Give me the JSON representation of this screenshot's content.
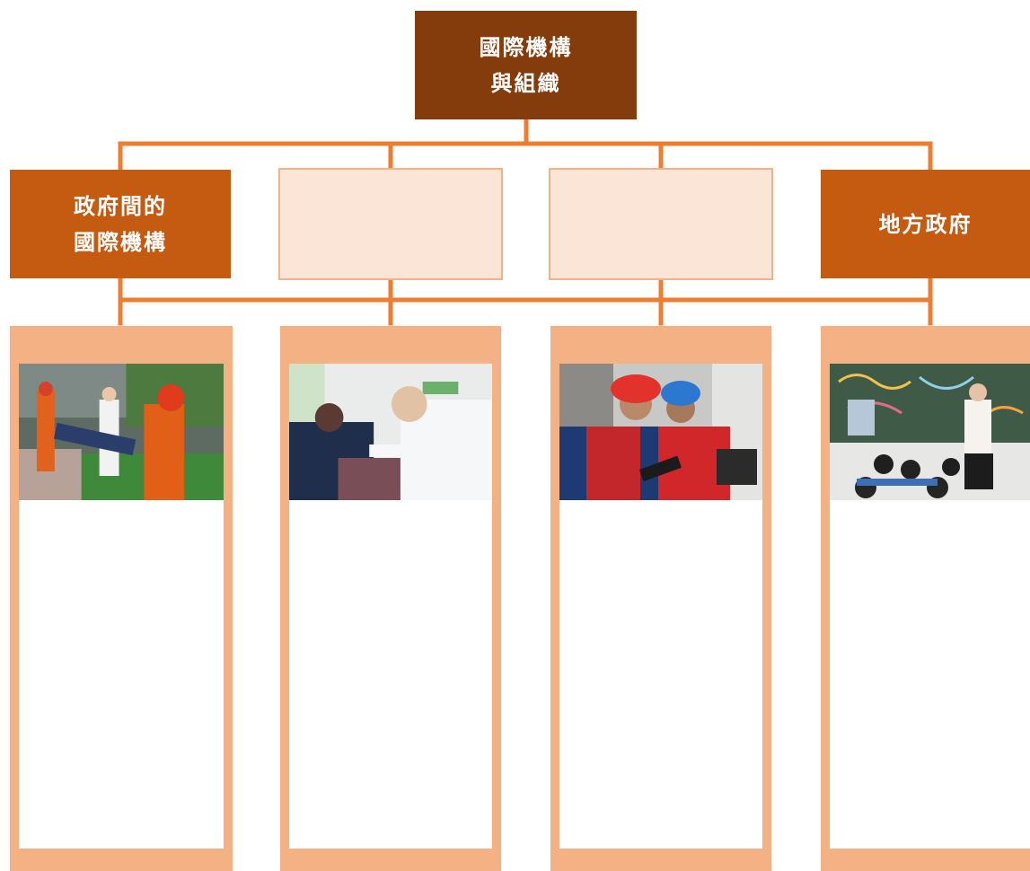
{
  "chart": {
    "root": {
      "label": "國際機構\n與組織"
    },
    "level2": [
      {
        "label": "政府間的\n國際機構",
        "style": "solid"
      },
      {
        "label": "",
        "style": "light"
      },
      {
        "label": "",
        "style": "light"
      },
      {
        "label": "地方政府",
        "style": "solid"
      }
    ],
    "columns": [
      {
        "photo": "firefighters-carrying-stretcher"
      },
      {
        "photo": "doctor-treating-patient"
      },
      {
        "photo": "utility-workers-with-hardhats"
      },
      {
        "photo": "teacher-in-classroom"
      }
    ]
  },
  "colors": {
    "root_fill": "#843c0c",
    "solid_fill": "#c55a11",
    "light_fill": "#fbe5d6",
    "light_border": "#f4b183",
    "connector": "#ed7d31",
    "column_fill": "#f4b183"
  }
}
